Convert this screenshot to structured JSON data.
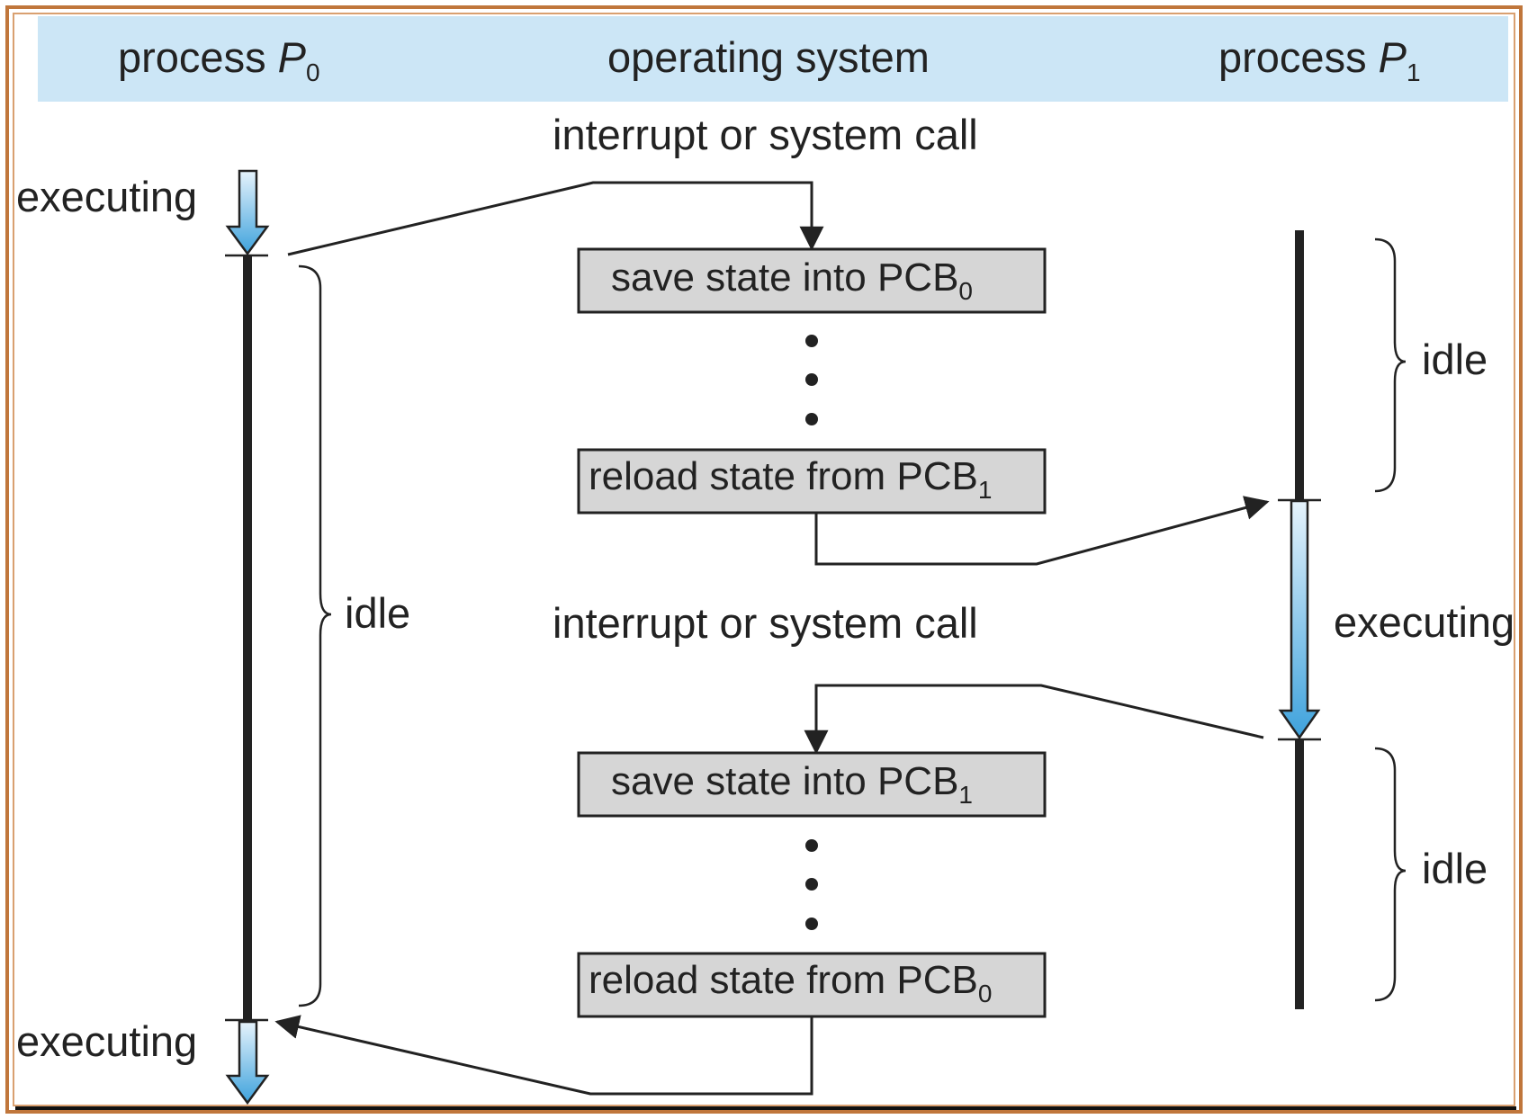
{
  "header": {
    "p0_prefix": "process ",
    "p0_var": "P",
    "p0_sub": "0",
    "os": "operating system",
    "p1_prefix": "process ",
    "p1_var": "P",
    "p1_sub": "1"
  },
  "labels": {
    "interrupt_1": "interrupt or system call",
    "interrupt_2": "interrupt or system call",
    "p0_executing_top": "executing",
    "p0_executing_bottom": "executing",
    "p0_idle": "idle",
    "p1_idle_top": "idle",
    "p1_executing": "executing",
    "p1_idle_bottom": "idle"
  },
  "boxes": {
    "save_pcb0": {
      "text": "save state into PCB",
      "sub": "0"
    },
    "reload_pcb1": {
      "text": "reload state from PCB",
      "sub": "1"
    },
    "save_pcb1": {
      "text": "save state into PCB",
      "sub": "1"
    },
    "reload_pcb0": {
      "text": "reload state from PCB",
      "sub": "0"
    }
  },
  "colors": {
    "header_bg": "#cce6f6",
    "frame_outer": "#c0763b",
    "frame_inner": "#d9a070",
    "box_fill": "#d6d6d6",
    "line": "#222222",
    "exec_blue": "#42a5de",
    "exec_light": "#e2f1fb"
  }
}
